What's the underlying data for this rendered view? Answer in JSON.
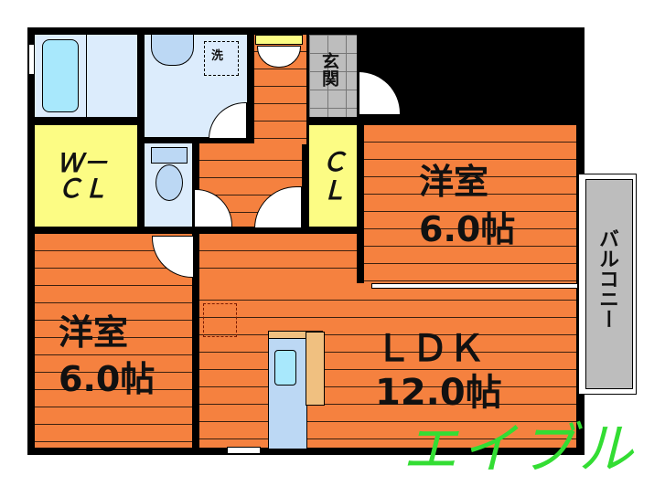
{
  "rooms": {
    "western_right": {
      "name": "洋室",
      "size": "6.0帖"
    },
    "western_left": {
      "name": "洋室",
      "size": "6.0帖"
    },
    "ldk": {
      "name": "ＬＤＫ",
      "size": "12.0帖"
    },
    "walk_in_closet": {
      "label_line1": "Ｗ－",
      "label_line2": "ＣＬ"
    },
    "closet": {
      "label_line1": "Ｃ",
      "label_line2": "Ｌ"
    },
    "entrance": {
      "label": "玄関"
    },
    "washer": {
      "label": "洗"
    },
    "balcony": {
      "label": "バルコニー"
    }
  },
  "logo": {
    "text": "エイブル",
    "color": "#33dd33"
  },
  "colors": {
    "floor": "#f5813f",
    "wet_area": "#dcecfc",
    "closet": "#fcfc84",
    "entrance": "#bdbdbd"
  }
}
